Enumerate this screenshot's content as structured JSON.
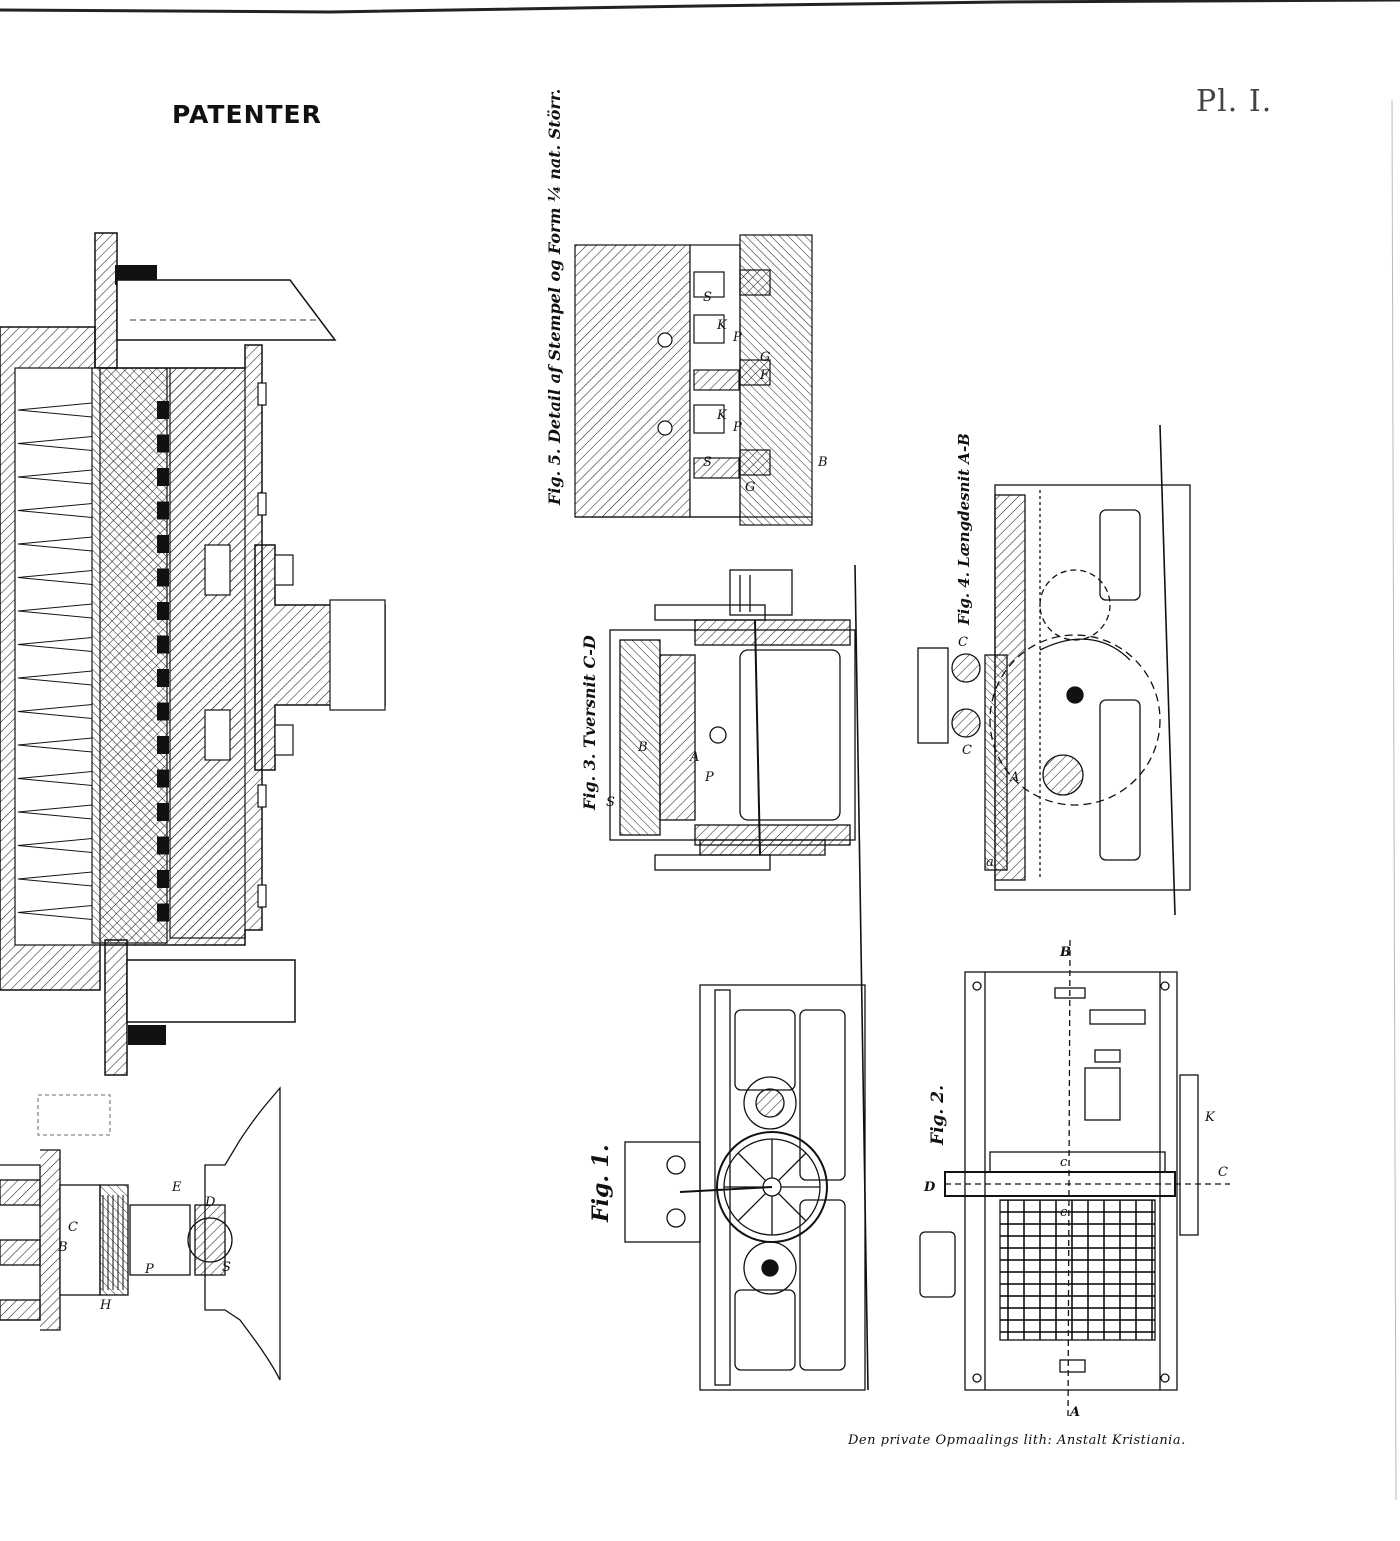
{
  "header": {
    "title": "PATENTER",
    "plate_number": "Pl. I."
  },
  "figures": {
    "fig5_caption": "Fig. 5. Detail af Stempel og Form ¼ nat. Störr.",
    "fig4_caption": "Fig. 4. Længdesnit A-B",
    "fig3_caption": "Fig. 3. Tversnit C-D",
    "fig1_caption": "Fig. 1.",
    "fig2_caption": "Fig. 2."
  },
  "letters": {
    "A": "A",
    "B": "B",
    "C": "C",
    "D": "D",
    "c": "c",
    "a": "a",
    "S": "S",
    "P": "P",
    "G": "G",
    "F": "F",
    "K": "K",
    "E": "E",
    "H": "H"
  },
  "footer": {
    "credit": "Den private Opmaalings lith: Anstalt Kristiania."
  },
  "colors": {
    "ink": "#111111",
    "paper": "#ffffff",
    "hatch": "#222222"
  }
}
